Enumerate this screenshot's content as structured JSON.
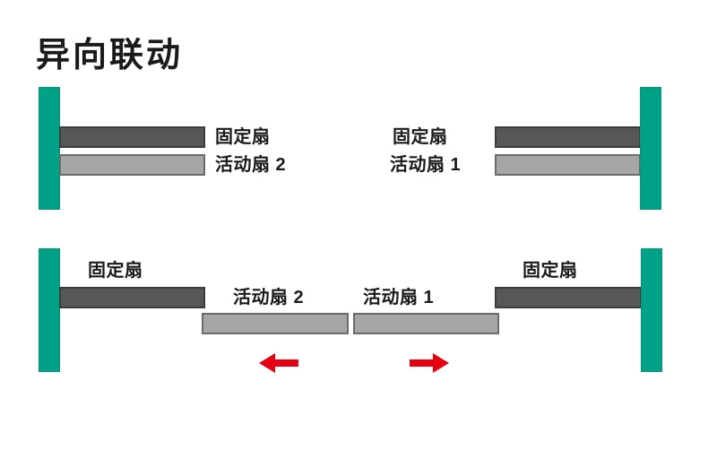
{
  "title": "异向联动",
  "colors": {
    "frame_teal": "#00a287",
    "fixed_panel_gray": "#575757",
    "fixed_panel_border": "#3c3c3c",
    "movable_panel_gray": "#a6a6a6",
    "movable_panel_border": "#6b6b6b",
    "arrow_red": "#e60012",
    "text_black": "#1a1a1a",
    "background": "#ffffff"
  },
  "closed_state": {
    "left_unit": {
      "fixed_label": "固定扇",
      "movable_label": "活动扇 2"
    },
    "right_unit": {
      "fixed_label": "固定扇",
      "movable_label": "活动扇 1"
    }
  },
  "open_state": {
    "left_unit": {
      "fixed_label": "固定扇",
      "movable_label": "活动扇 2",
      "arrow_direction": "left"
    },
    "right_unit": {
      "fixed_label": "固定扇",
      "movable_label": "活动扇 1",
      "arrow_direction": "right"
    }
  }
}
